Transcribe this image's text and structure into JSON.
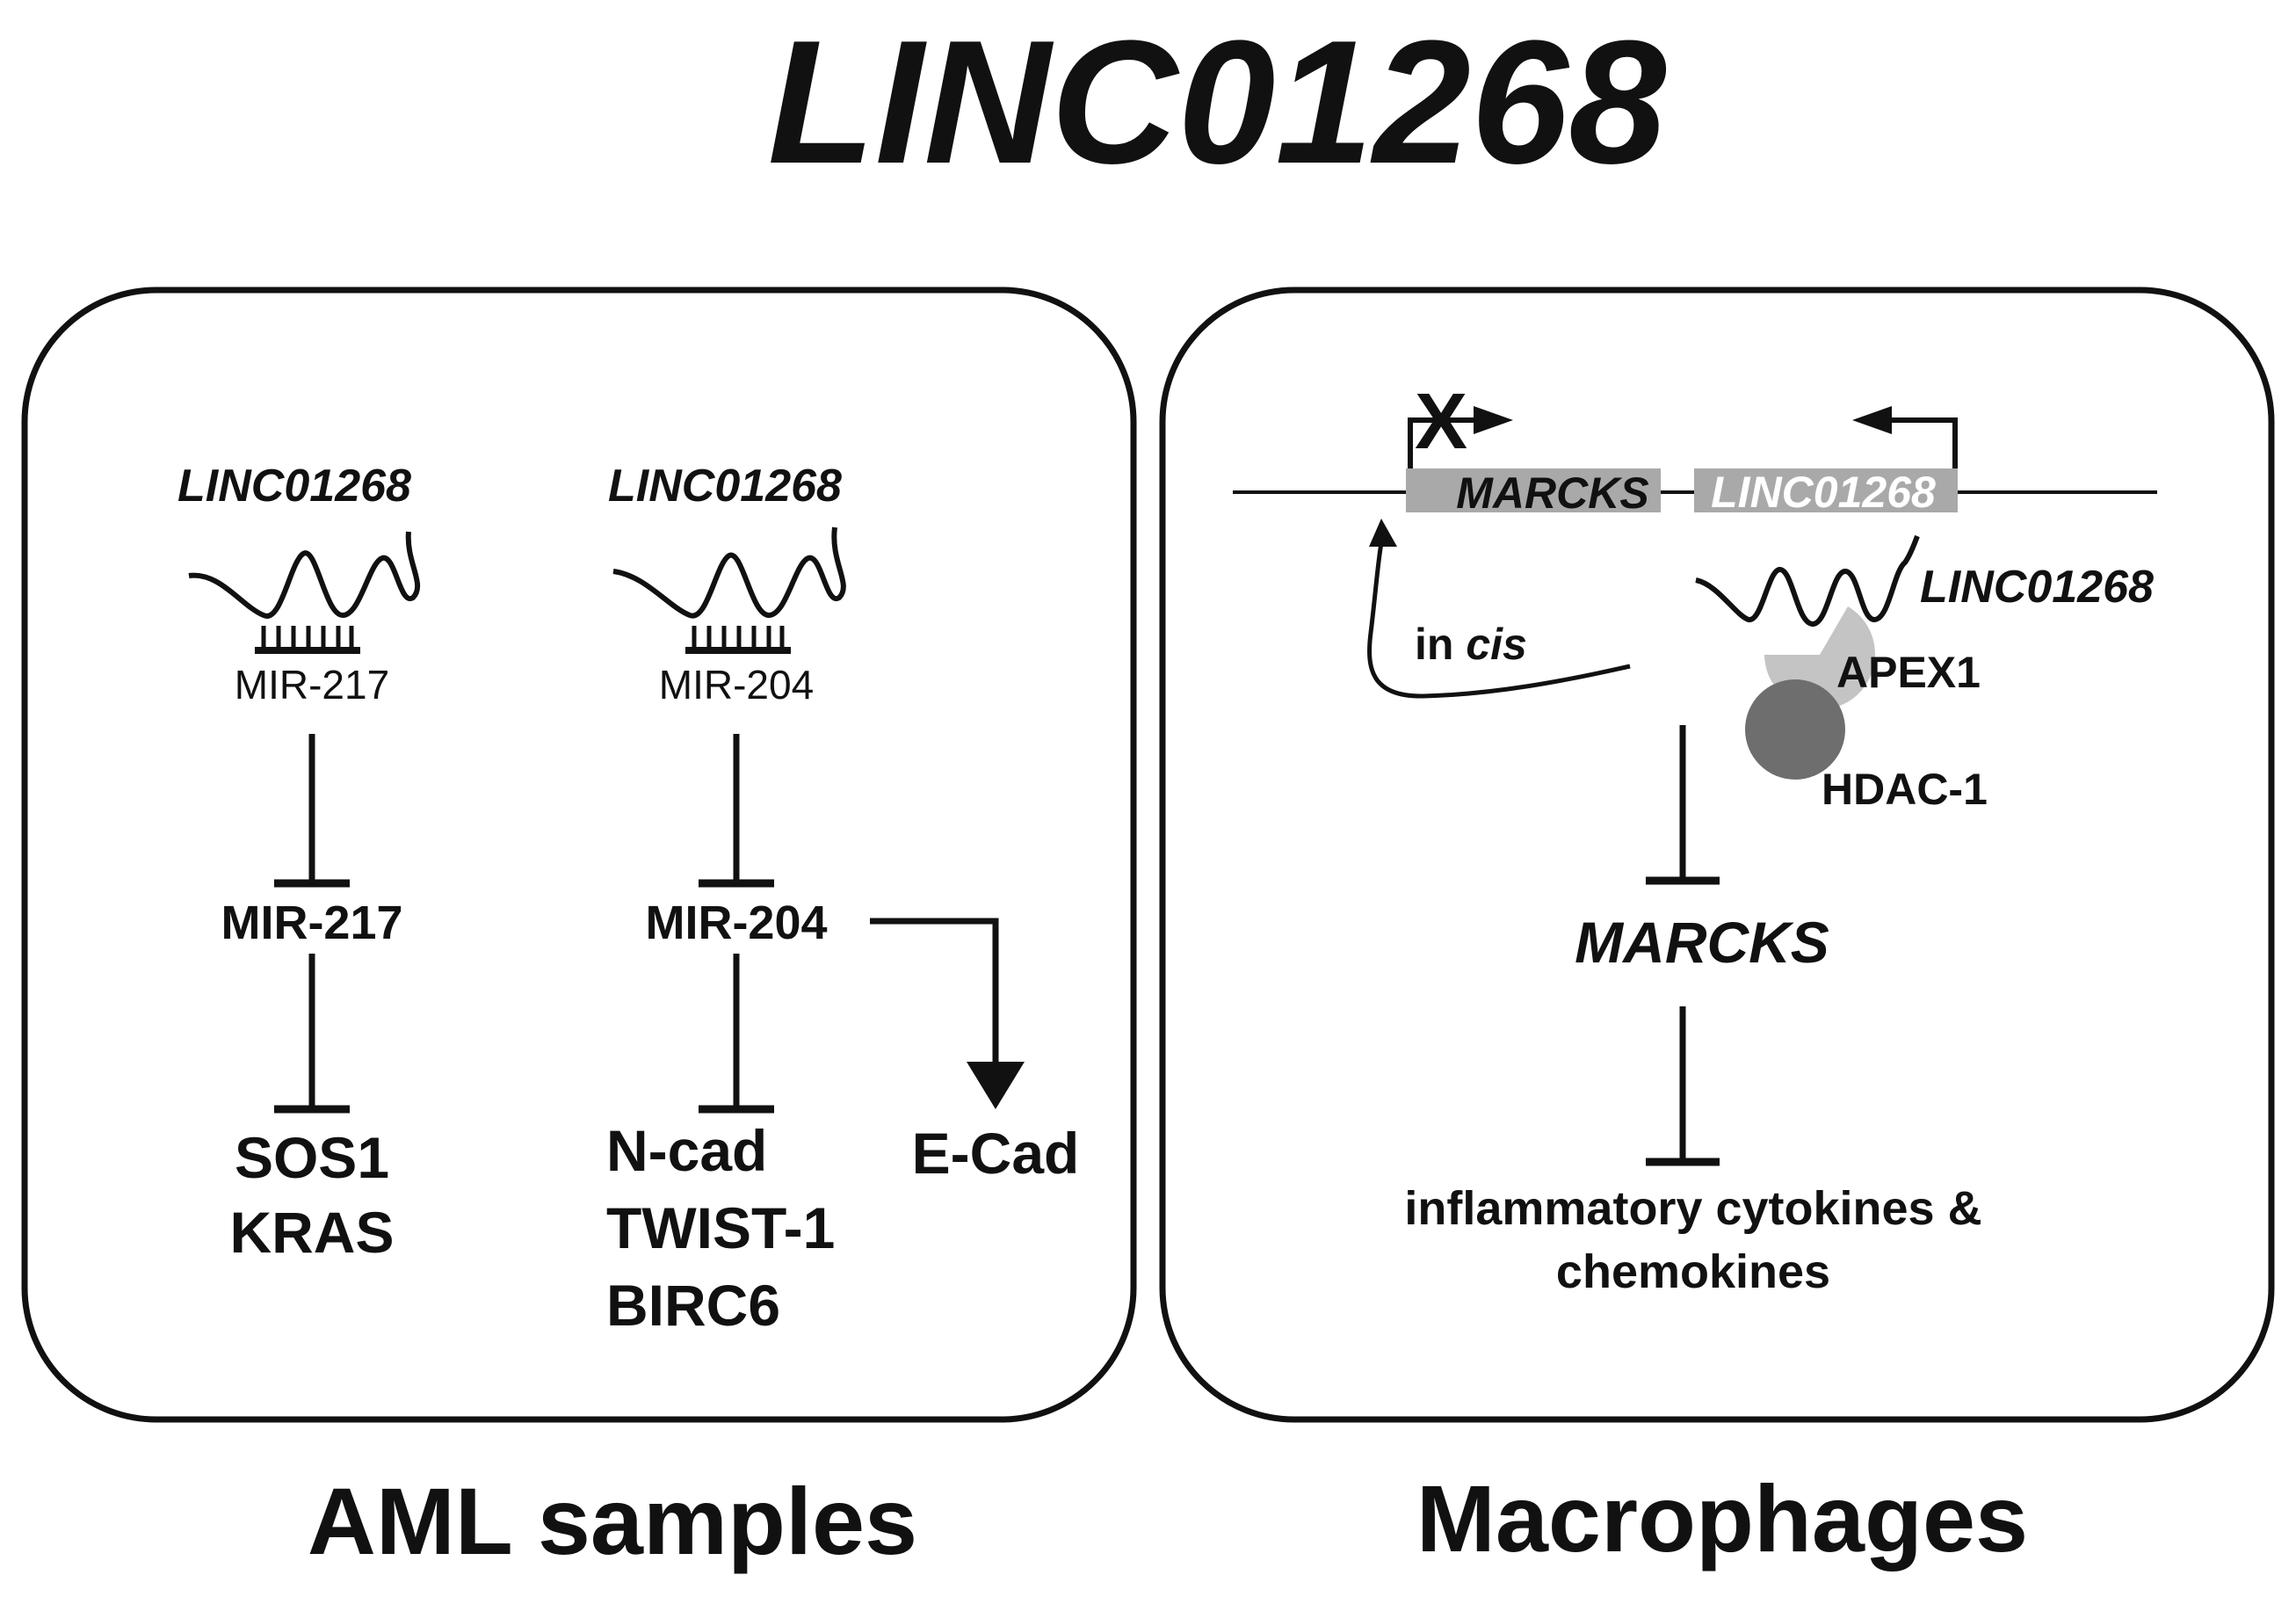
{
  "title": "LINC01268",
  "left_panel": {
    "caption": "AML samples",
    "branches": [
      {
        "lnc_label": "LINC01268",
        "mir_small": "MIR-217",
        "mir_label": "MIR-217",
        "targets": [
          "SOS1",
          "KRAS"
        ]
      },
      {
        "lnc_label": "LINC01268",
        "mir_small": "MIR-204",
        "mir_label": "MIR-204",
        "targets": [
          "N-cad",
          "TWIST-1",
          "BIRC6"
        ],
        "activated_target": "E-Cad"
      }
    ]
  },
  "right_panel": {
    "caption": "Macrophages",
    "gene_marcks": "MARCKS",
    "gene_linc": "LINC01268",
    "transcript_label": "LINC01268",
    "in_cis_prefix": "in ",
    "in_cis_italic": "cis",
    "blocked_promoter_mark": "X",
    "protein_1": "APEX1",
    "protein_2": "HDAC-1",
    "marcks_label": "MARCKS",
    "output_line1": "inflammatory cytokines &",
    "output_line2": "chemokines"
  },
  "colors": {
    "ink": "#111111",
    "gene_box": "#a9a9a9",
    "apex1": "#c4c4c4",
    "hdac1": "#6e6e6e"
  }
}
